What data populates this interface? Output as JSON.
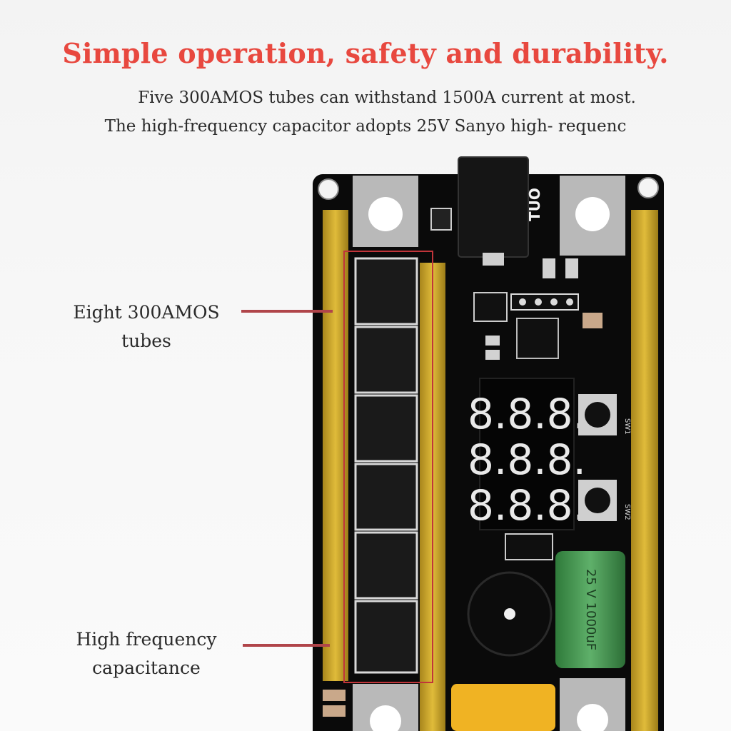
{
  "headline": "Simple operation, safety and durability.",
  "subtitle_lines": [
    "Five 300AMOS tubes can withstand 1500A current at most.",
    "The high-frequency capacitor adopts 25V Sanyo high-  requenc"
  ],
  "callouts": {
    "tubes": [
      "Eight 300AMOS",
      "tubes"
    ],
    "capacitor": [
      "High frequency",
      "capacitance"
    ]
  },
  "board_text": {
    "out_label": "TUO",
    "capacitor_spec": "25 V 1000uF",
    "sw1": "SW1",
    "sw2": "SW2",
    "display_digits": "8.8.8."
  },
  "colors": {
    "headline": "#e8483f",
    "leader": "#b0454a",
    "pcb": "#0a0a0a",
    "copper_bar": "#c9a227",
    "capacitor": "#3f8f4a",
    "connector": "#f0b323"
  }
}
